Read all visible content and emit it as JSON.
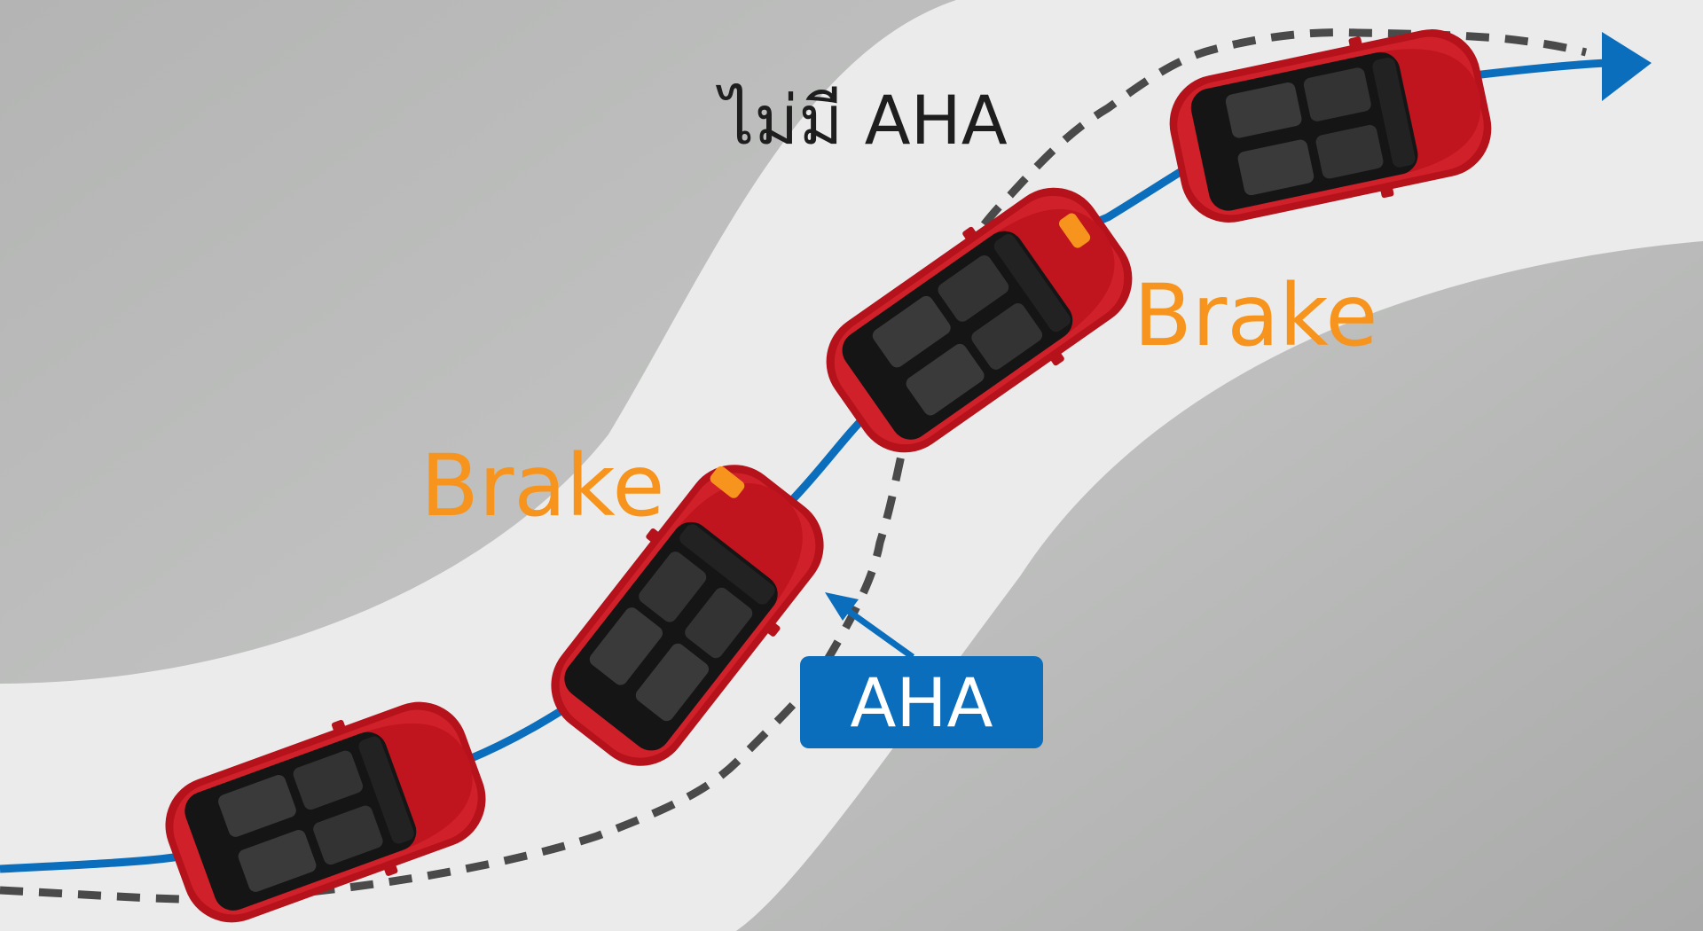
{
  "labels": {
    "without_aha": "ไม่มี AHA",
    "brake_upper": "Brake",
    "brake_lower": "Brake",
    "aha": "AHA"
  },
  "colors": {
    "road": "#ebebeb",
    "shoulder": "#b9bab9",
    "aha_path": "#0a6ebd",
    "no_aha_path": "#4a4a4a",
    "brake": "#f7941d",
    "car": "#c8161d"
  }
}
